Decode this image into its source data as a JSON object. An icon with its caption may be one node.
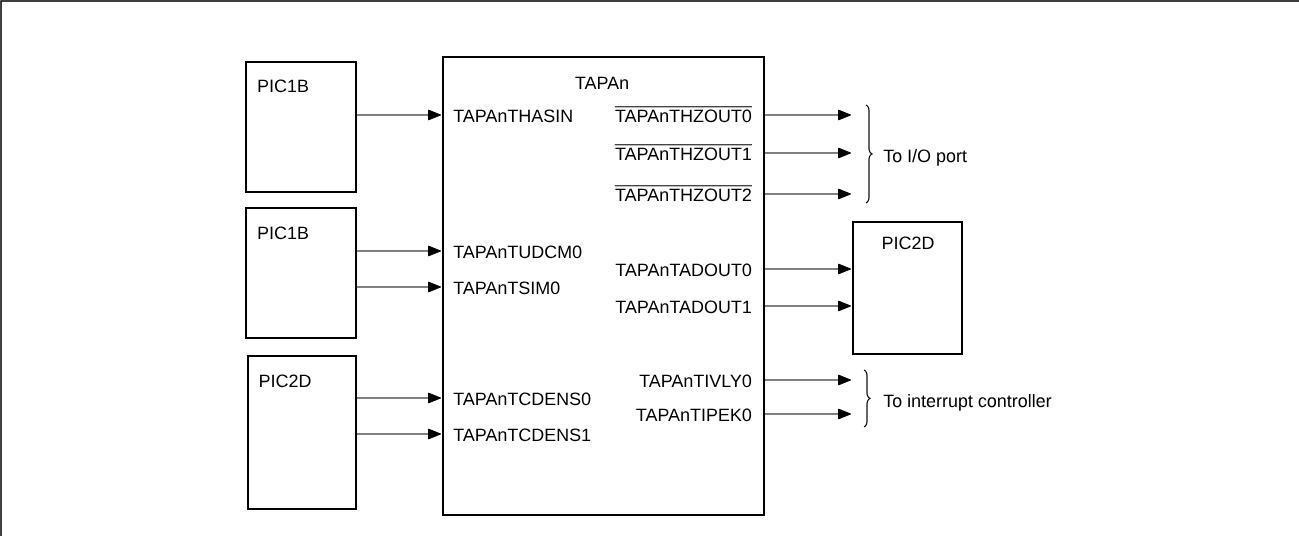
{
  "diagram": {
    "nodes": [
      {
        "text": [
          "PIC1B"
        ]
      },
      {
        "text": [
          "PIC1B"
        ]
      },
      {
        "text": [
          "PIC2D"
        ]
      },
      {
        "text": [
          "TAPAn"
        ]
      },
      {
        "text": [
          "PIC2D"
        ]
      }
    ],
    "edges": [
      {
        "from": 0,
        "to": 3,
        "arrow": "to"
      },
      {
        "from": 1,
        "to": 3,
        "arrow": "to"
      },
      {
        "from": 1,
        "to": 3,
        "arrow": "to"
      },
      {
        "from": 2,
        "to": 3,
        "arrow": "to"
      },
      {
        "from": 2,
        "to": 3,
        "arrow": "to"
      },
      {
        "from": 3,
        "to": null,
        "arrow": "to"
      },
      {
        "from": 3,
        "to": null,
        "arrow": "to"
      },
      {
        "from": 3,
        "to": null,
        "arrow": "to"
      },
      {
        "from": 3,
        "to": 4,
        "arrow": "to"
      },
      {
        "from": 3,
        "to": 4,
        "arrow": "to"
      },
      {
        "from": 3,
        "to": null,
        "arrow": "to"
      },
      {
        "from": 3,
        "to": null,
        "arrow": "to"
      }
    ],
    "labels": [
      "TAPAnTHASIN",
      "TAPAnTHZOUT0",
      "TAPAnTHZOUT1",
      "To I/O port",
      "TAPAnTHZOUT2",
      "TAPAnTUDCM0",
      "TAPAnTADOUT0",
      "TAPAnTSIM0",
      "TAPAnTADOUT1",
      "TAPAnTIVLY0",
      "TAPAnTCDENS0",
      "To interrupt controller",
      "TAPAnTIPEK0",
      "TAPAnTCDENS1"
    ]
  }
}
